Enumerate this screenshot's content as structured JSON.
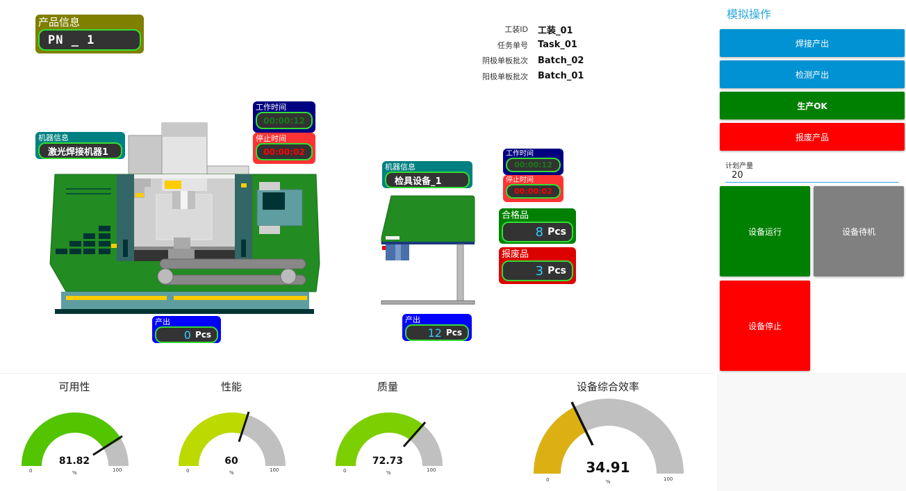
{
  "product_info": {
    "label": "产品信息",
    "value": "PN _ 1"
  },
  "meta": [
    {
      "key": "工装ID",
      "value": "工装_01"
    },
    {
      "key": "任务单号",
      "value": "Task_01"
    },
    {
      "key": "阴极单板批次",
      "value": "Batch_02"
    },
    {
      "key": "阳极单板批次",
      "value": "Batch_01"
    }
  ],
  "welder": {
    "info_label": "机器信息",
    "name": "激光焊接机器1",
    "work_time_label": "工作时间",
    "work_time": "00:00:12",
    "stop_time_label": "停止时间",
    "stop_time": "00:00:02",
    "output_label": "产出",
    "output_value": "0",
    "output_unit": "Pcs"
  },
  "inspector": {
    "info_label": "机器信息",
    "name": "检具设备_1",
    "work_time_label": "工作时间",
    "work_time": "00:00:12",
    "stop_time_label": "停止时间",
    "stop_time": "00:00:02",
    "good_label": "合格品",
    "good_value": "8",
    "good_unit": "Pcs",
    "scrap_label": "报废品",
    "scrap_value": "3",
    "scrap_unit": "Pcs",
    "output_label": "产出",
    "output_value": "12",
    "output_unit": "Pcs"
  },
  "sidebar": {
    "title": "模拟操作",
    "buttons": [
      {
        "label": "焊接产出",
        "color": "#0092d2"
      },
      {
        "label": "检测产出",
        "color": "#0092d2"
      },
      {
        "label": "生产OK",
        "color": "#008000"
      },
      {
        "label": "报废产品",
        "color": "#ff0000"
      }
    ],
    "plan_label": "计划产量",
    "plan_value": "20",
    "state_buttons": [
      {
        "label": "设备运行",
        "color": "#008000"
      },
      {
        "label": "设备待机",
        "color": "#808080"
      },
      {
        "label": "设备停止",
        "color": "#ff0000"
      }
    ]
  },
  "gauges": [
    {
      "title": "可用性",
      "value": "81.82",
      "min": "0",
      "max": "100",
      "unit": "%",
      "color": "#52c400"
    },
    {
      "title": "性能",
      "value": "60",
      "min": "0",
      "max": "100",
      "unit": "%",
      "color": "#bcda00"
    },
    {
      "title": "质量",
      "value": "72.73",
      "min": "0",
      "max": "100",
      "unit": "%",
      "color": "#7ccf00"
    },
    {
      "title": "设备综合效率",
      "value": "34.91",
      "min": "0",
      "max": "100",
      "unit": "%",
      "color": "#dcb013"
    }
  ],
  "chart_data": {
    "type": "gauge",
    "categories": [
      "可用性",
      "性能",
      "质量",
      "设备综合效率"
    ],
    "values": [
      81.82,
      60,
      72.73,
      34.91
    ],
    "range": [
      0,
      100
    ],
    "unit": "%"
  }
}
